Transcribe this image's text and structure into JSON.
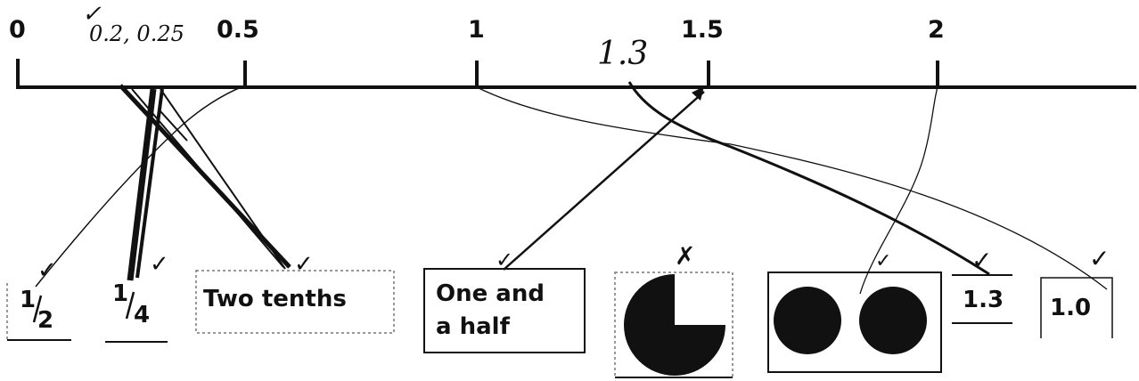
{
  "number_line": {
    "ticks": [
      {
        "label": "0"
      },
      {
        "label": "0.5"
      },
      {
        "label": "1"
      },
      {
        "label": "1.5"
      },
      {
        "label": "2"
      }
    ]
  },
  "handwriting": {
    "top_note": "0.2, 0.25",
    "check_top": "✓",
    "near_one_half": "1.3",
    "card_marks": [
      "✓",
      "✓",
      "✓",
      "✓",
      "✗",
      "✓",
      "✓",
      "✓"
    ]
  },
  "cards": {
    "half": {
      "numerator": "1",
      "denominator": "2"
    },
    "quarter": {
      "numerator": "1",
      "denominator": "4"
    },
    "two_tenths": "Two tenths",
    "one_and_half": {
      "line1": "One and",
      "line2": "a half"
    },
    "decimal_13": "1.3",
    "decimal_10": "1.0"
  },
  "colors": {
    "ink": "#111111",
    "dashed": "#777777"
  }
}
